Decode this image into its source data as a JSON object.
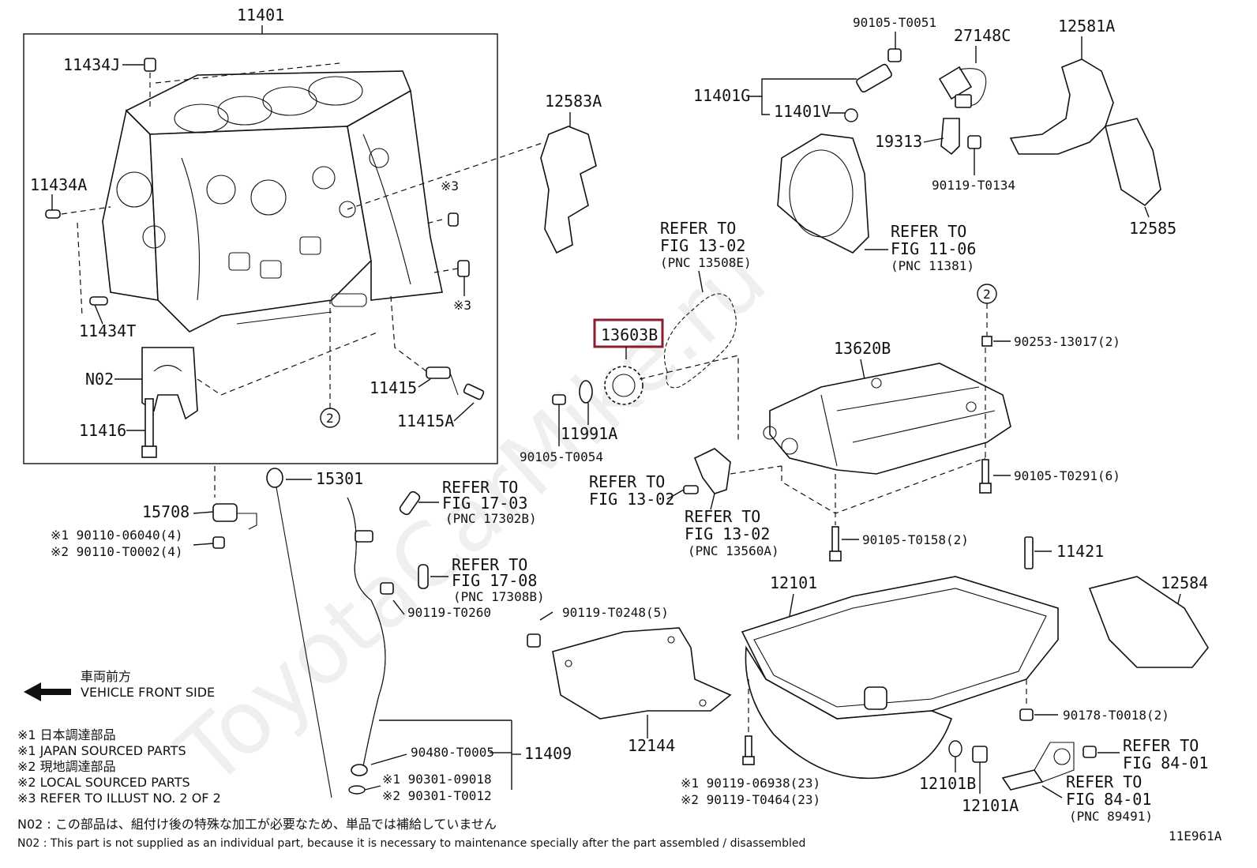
{
  "watermark": "ToyotaCarMike.ru",
  "illustration_id": "11E961A",
  "highlight_color": "#8b1c2e",
  "labels": {
    "p11401": "11401",
    "p11434J": "11434J",
    "p11434A": "11434A",
    "p11434T": "11434T",
    "note3a": "※3",
    "note3b": "※3",
    "pN02": "N02",
    "p11416": "11416",
    "p11415": "11415",
    "p11415A": "11415A",
    "circ2a": "2",
    "circ2b": "2",
    "p12583A": "12583A",
    "p90105T0051": "90105-T0051",
    "p27148C": "27148C",
    "p12581A": "12581A",
    "p11401G": "11401G",
    "p11401V": "11401V",
    "p19313": "19313",
    "p90119T0134": "90119-T0134",
    "p12585": "12585",
    "ref1306_1": "REFER TO",
    "ref1306_2": "FIG 11-06",
    "ref1306_3": "(PNC 11381)",
    "ref1302a_1": "REFER TO",
    "ref1302a_2": "FIG 13-02",
    "ref1302a_3": "(PNC 13508E)",
    "p13603B": "13603B",
    "p90253": "90253-13017(2)",
    "p13620B": "13620B",
    "p11991A": "11991A",
    "p90105T0054": "90105-T0054",
    "ref1302b_1": "REFER TO",
    "ref1302b_2": "FIG 13-02",
    "ref1302c_1": "REFER TO",
    "ref1302c_2": "FIG 13-02",
    "ref1302c_3": "(PNC 13560A)",
    "p90105T0291": "90105-T0291(6)",
    "p90105T0158": "90105-T0158(2)",
    "p15301": "15301",
    "p15708": "15708",
    "p9011006040": "※1 90110-06040(4)",
    "p90110T0002": "※2 90110-T0002(4)",
    "ref1703_1": "REFER TO",
    "ref1703_2": "FIG 17-03",
    "ref1703_3": "(PNC 17302B)",
    "ref1708_1": "REFER TO",
    "ref1708_2": "FIG 17-08",
    "ref1708_3": "(PNC 17308B)",
    "p90119T0260": "90119-T0260",
    "p90119T0248": "90119-T0248(5)",
    "p12144": "12144",
    "p12101": "12101",
    "p11421": "11421",
    "p12584": "12584",
    "p90178": "90178-T0018(2)",
    "p90480": "90480-T0005",
    "p11409": "11409",
    "p9030109018": "※1 90301-09018",
    "p90301T0012": "※2 90301-T0012",
    "p9011906938": "※1 90119-06938(23)",
    "p90119T0464": "※2 90119-T0464(23)",
    "p12101B": "12101B",
    "p12101A": "12101A",
    "ref8401a_1": "REFER TO",
    "ref8401a_2": "FIG 84-01",
    "ref8401b_1": "REFER TO",
    "ref8401b_2": "FIG 84-01",
    "ref8401b_3": "(PNC 89491)"
  },
  "direction": {
    "jp": "車両前方",
    "en": "VEHICLE FRONT SIDE"
  },
  "legend": [
    "※1  日本調達部品",
    "※1  JAPAN SOURCED PARTS",
    "※2  現地調達部品",
    "※2  LOCAL SOURCED PARTS",
    "※3  REFER TO ILLUST NO. 2 OF 2"
  ],
  "footnotes": [
    "N02 : この部品は、組付け後の特殊な加工が必要なため、単品では補給していません",
    "N02 : This part is not supplied as an individual part, because it is necessary to maintenance specially after the part assembled / disassembled"
  ]
}
